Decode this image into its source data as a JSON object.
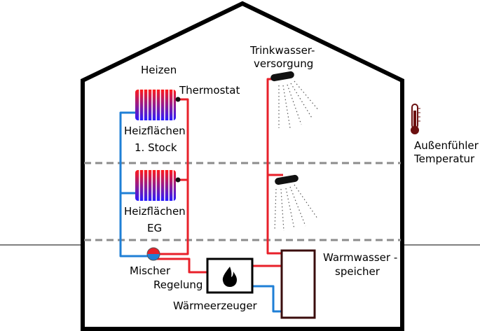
{
  "labels": {
    "heizen": "Heizen",
    "thermostat": "Thermostat",
    "heizflaechen_1": "Heizflächen",
    "stock": "1. Stock",
    "heizflaechen_2": "Heizflächen",
    "eg": "EG",
    "trinkwasser_1": "Trinkwasser-",
    "trinkwasser_2": "versorgung",
    "aussen_1": "Außenfühler",
    "aussen_2": "Temperatur",
    "warmwasser_1": "Warmwasser -",
    "warmwasser_2": "speicher",
    "mischer": "Mischer",
    "regelung": "Regelung",
    "waermeerzeuger": "Wärmeerzeuger"
  },
  "colors": {
    "outline": "#000000",
    "hot_pipe": "#e8202a",
    "cold_pipe": "#1f7fd6",
    "floor_divider": "#8c8c8c",
    "storage_tank": "#3b0d0d",
    "thermometer": "#6b0f0f"
  },
  "icons": [
    "radiator-icon",
    "shower-head-icon",
    "flame-icon",
    "thermometer-icon",
    "mixer-valve-icon"
  ]
}
